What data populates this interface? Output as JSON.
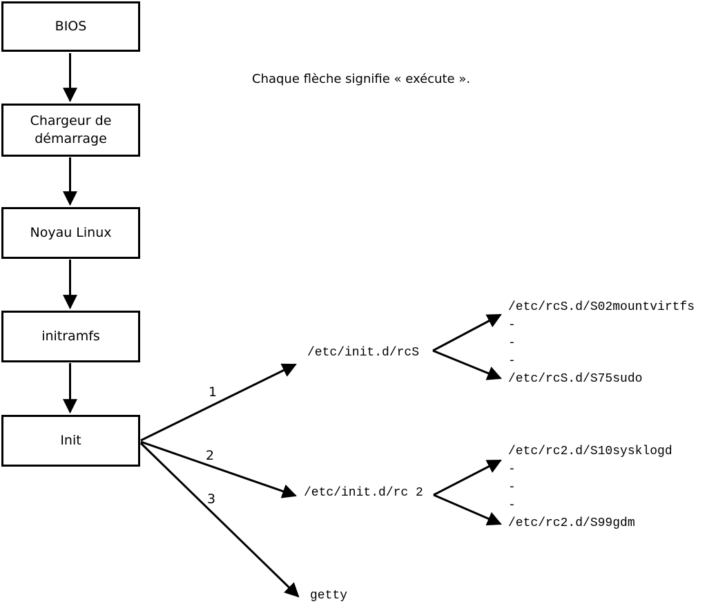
{
  "note": {
    "text": "Chaque flèche signifie « exécute »."
  },
  "boxes": [
    {
      "label": "BIOS"
    },
    {
      "label": "Chargeur de démarrage"
    },
    {
      "label": "Noyau Linux"
    },
    {
      "label": "initramfs"
    },
    {
      "label": "Init"
    }
  ],
  "branches": [
    {
      "number": "1",
      "target": "/etc/init.d/rcS",
      "children": [
        "/etc/rcS.d/S02mountvirtfs",
        "-",
        "-",
        "-",
        "/etc/rcS.d/S75sudo"
      ]
    },
    {
      "number": "2",
      "target": "/etc/init.d/rc 2",
      "children": [
        "/etc/rc2.d/S10sysklogd",
        "-",
        "-",
        "-",
        "/etc/rc2.d/S99gdm"
      ]
    },
    {
      "number": "3",
      "target": "getty",
      "children": []
    }
  ],
  "colors": {
    "line": "#000000",
    "background": "#ffffff",
    "text": "#000000"
  }
}
